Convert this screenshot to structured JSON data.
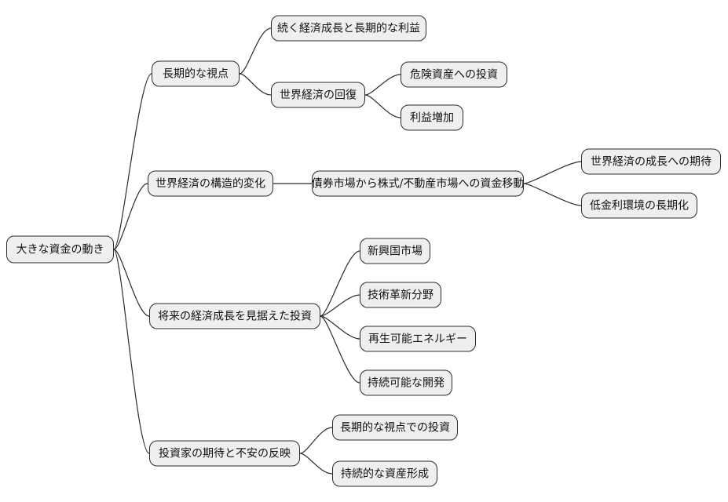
{
  "theme": {
    "background": "#ffffff",
    "node_fill": "#efefef",
    "node_border": "#2b2b2b",
    "connector_color": "#2b2b2b",
    "text_color": "#111111"
  },
  "mindmap": {
    "root": {
      "label": "大きな資金の動き"
    },
    "branches": [
      {
        "label": "長期的な視点",
        "children": [
          {
            "label": "続く経済成長と長期的な利益",
            "children": []
          },
          {
            "label": "世界経済の回復",
            "children": [
              {
                "label": "危険資産への投資",
                "children": []
              },
              {
                "label": "利益増加",
                "children": []
              }
            ]
          }
        ]
      },
      {
        "label": "世界経済の構造的変化",
        "children": [
          {
            "label": "債券市場から株式/不動産市場への資金移動",
            "children": [
              {
                "label": "世界経済の成長への期待",
                "children": []
              },
              {
                "label": "低金利環境の長期化",
                "children": []
              }
            ]
          }
        ]
      },
      {
        "label": "将来の経済成長を見据えた投資",
        "children": [
          {
            "label": "新興国市場",
            "children": []
          },
          {
            "label": "技術革新分野",
            "children": []
          },
          {
            "label": "再生可能エネルギー",
            "children": []
          },
          {
            "label": "持続可能な開発",
            "children": []
          }
        ]
      },
      {
        "label": "投資家の期待と不安の反映",
        "children": [
          {
            "label": "長期的な視点での投資",
            "children": []
          },
          {
            "label": "持続的な資産形成",
            "children": []
          }
        ]
      }
    ]
  }
}
